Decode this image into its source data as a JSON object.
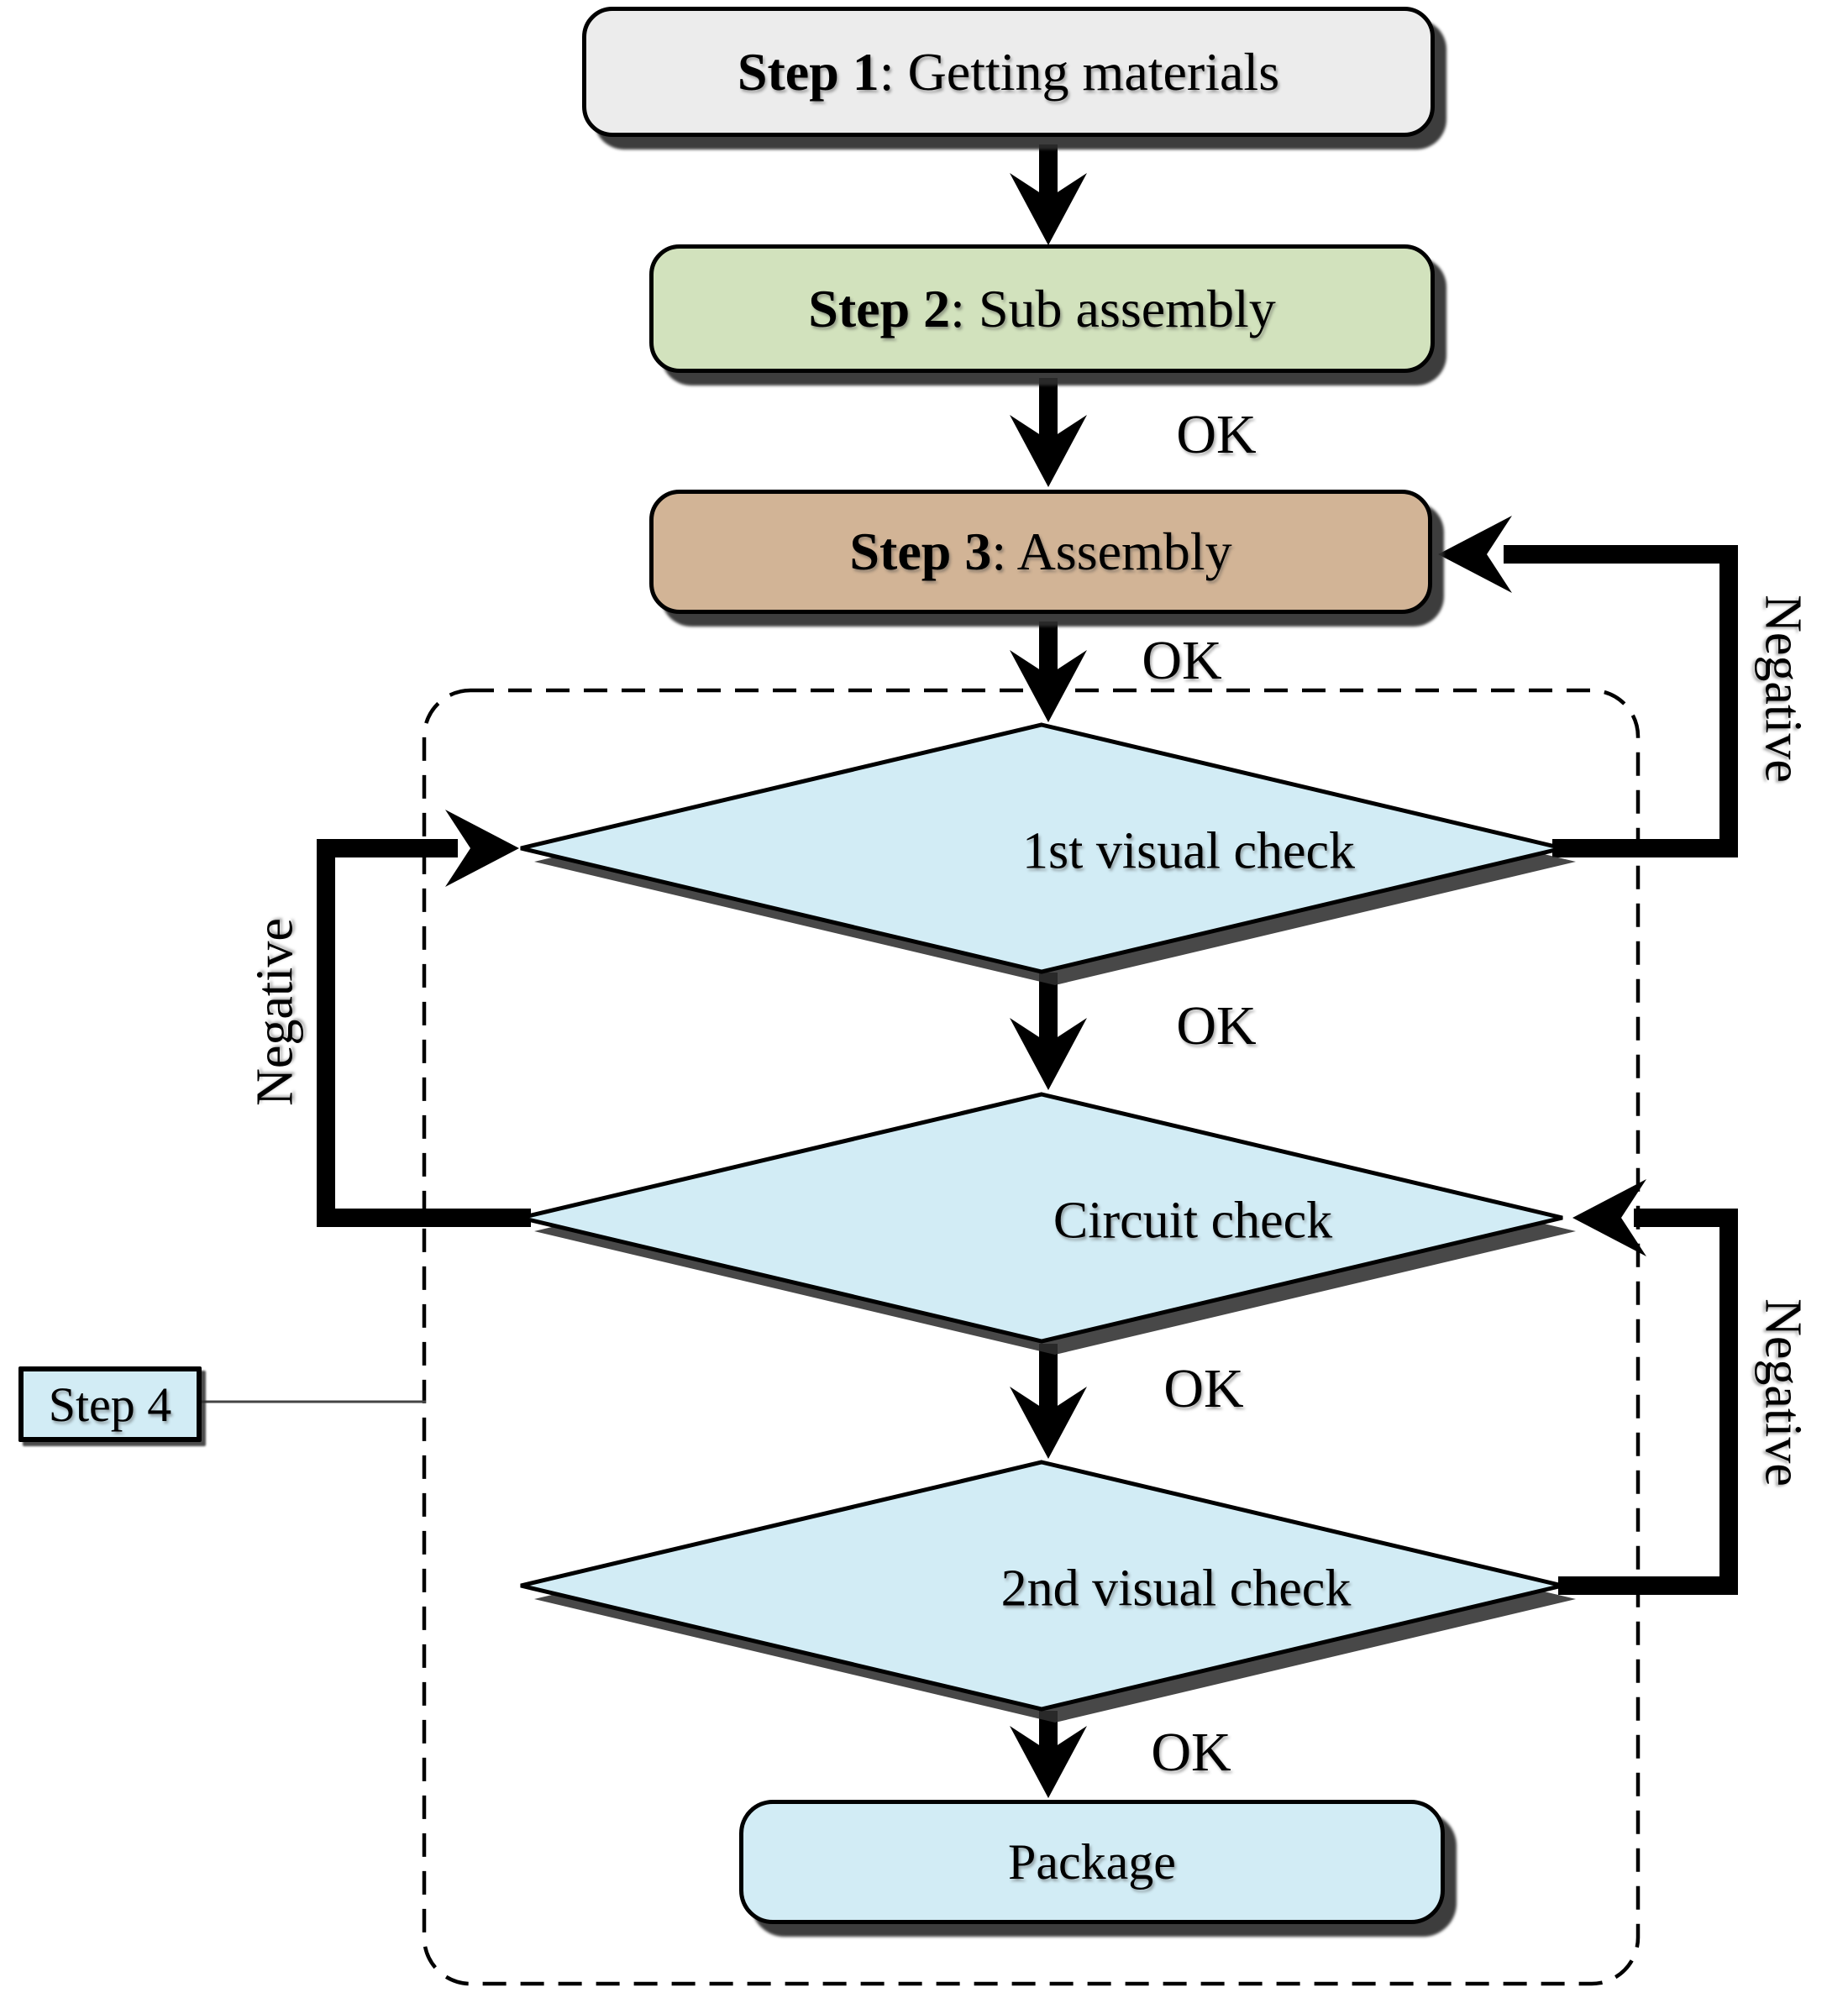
{
  "diagram": {
    "boxes": [
      {
        "bold": "Step 1",
        "rest": ": Getting materials"
      },
      {
        "bold": "Step 2",
        "rest": ": Sub assembly"
      },
      {
        "bold": "Step 3",
        "rest": ": Assembly"
      }
    ],
    "decisions": [
      {
        "label": "1st visual check"
      },
      {
        "label": "Circuit check"
      },
      {
        "label": "2nd visual check"
      }
    ],
    "package_label": "Package",
    "step4_label": "Step 4",
    "ok_label": "OK",
    "negative_label": "Negative",
    "colors": {
      "step1_fill": "#ececec",
      "step2_fill": "#d2e2bd",
      "step3_fill": "#d2b496",
      "blue_fill": "#d2ecf5",
      "outline": "#000000",
      "shadow": "#2f2f2f"
    }
  }
}
